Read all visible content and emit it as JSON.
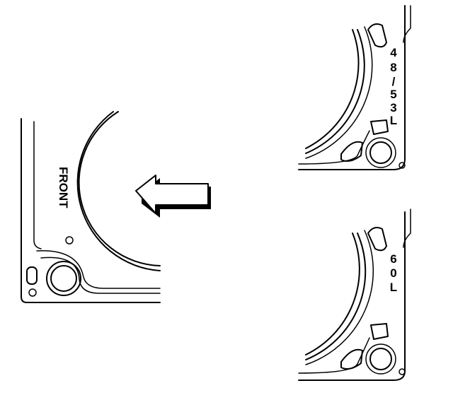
{
  "figure": {
    "front_label": "FRONT",
    "gasket_top_label": [
      "4",
      "8",
      "/",
      "5",
      "3",
      "L"
    ],
    "gasket_bottom_label": [
      "6",
      "0",
      "L"
    ]
  }
}
